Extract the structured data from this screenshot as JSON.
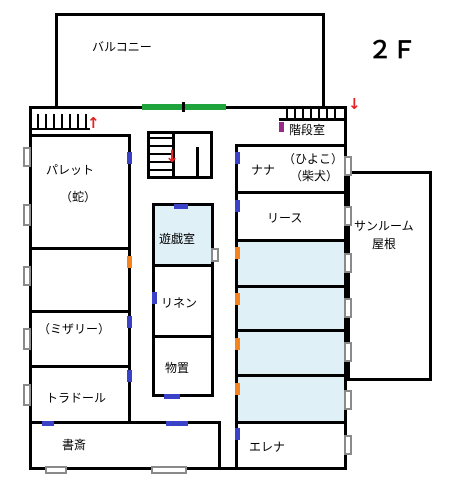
{
  "floor_label": "２Ｆ",
  "rooms": {
    "balcony": "バルコニー",
    "stair_room": "階段室",
    "nana": "ナナ",
    "hiyoko": "（ひよこ）",
    "shiba": "（柴犬）",
    "palette": "パレット",
    "snake": "（蛇）",
    "misery": "（ミザリー）",
    "tradole": "トラドール",
    "study": "書斎",
    "playroom": "遊戯室",
    "linen": "リネン",
    "storage": "物置",
    "lease": "リース",
    "elena": "エレナ",
    "sunroom_1": "サンルーム",
    "sunroom_2": "屋根"
  },
  "colors": {
    "door_blue": "#3a43c8",
    "door_orange": "#f5841f",
    "balcony_green": "#1fa33c",
    "room_light_blue": "#dff0f7",
    "arrow_red": "#e52222"
  },
  "icons": [
    "stairs-icon",
    "red-down-arrow-icon",
    "red-up-arrow-icon"
  ]
}
